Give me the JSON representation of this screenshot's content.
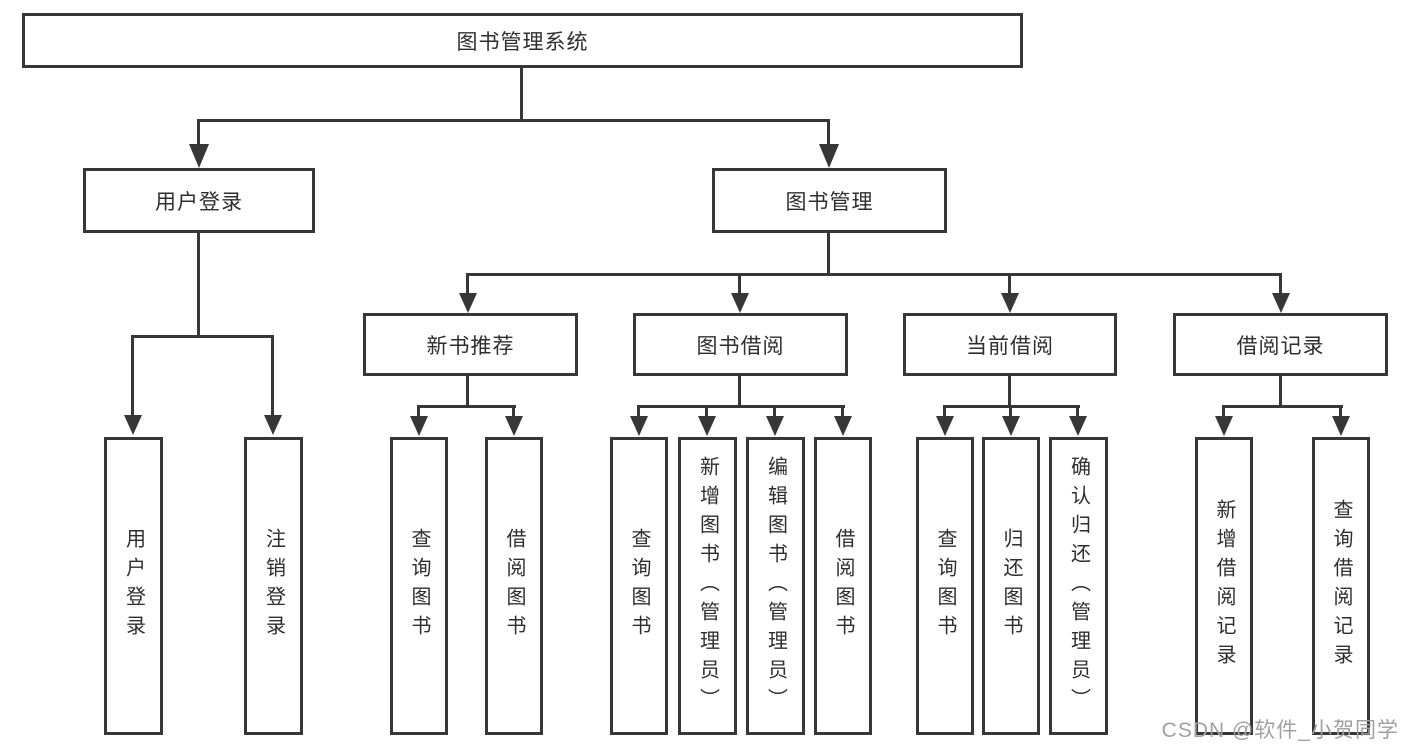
{
  "diagram": {
    "root": {
      "label": "图书管理系统"
    },
    "level2": [
      {
        "label": "用户登录"
      },
      {
        "label": "图书管理"
      }
    ],
    "level3": [
      {
        "label": "新书推荐"
      },
      {
        "label": "图书借阅"
      },
      {
        "label": "当前借阅"
      },
      {
        "label": "借阅记录"
      }
    ],
    "leaves": {
      "user_login": [
        {
          "label": "用户登录"
        },
        {
          "label": "注销登录"
        }
      ],
      "new_book": [
        {
          "label": "查询图书"
        },
        {
          "label": "借阅图书"
        }
      ],
      "book_borrow": [
        {
          "label": "查询图书"
        },
        {
          "label": "新增图书（管理员）"
        },
        {
          "label": "编辑图书（管理员）"
        },
        {
          "label": "借阅图书"
        }
      ],
      "current_borrow": [
        {
          "label": "查询图书"
        },
        {
          "label": "归还图书"
        },
        {
          "label": "确认归还（管理员）"
        }
      ],
      "borrow_record": [
        {
          "label": "新增借阅记录"
        },
        {
          "label": "查询借阅记录"
        }
      ]
    },
    "colors": {
      "line": "#373737",
      "text": "#2e2e2e",
      "background": "#ffffff",
      "watermark": "#a0a0a0"
    }
  },
  "watermark": {
    "text": "CSDN @软件_小贺同学"
  }
}
